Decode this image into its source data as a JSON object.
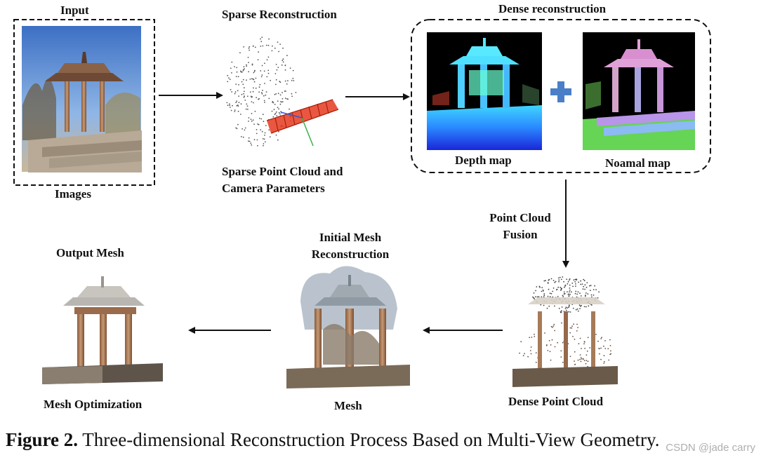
{
  "labels": {
    "input": "Input",
    "images": "Images",
    "sparse_title": "Sparse Reconstruction",
    "sparse_caption_line1": "Sparse Point Cloud and",
    "sparse_caption_line2": "Camera Parameters",
    "dense_title": "Dense reconstruction",
    "depth_map": "Depth  map",
    "normal_map": "Noamal map",
    "fusion_line1": "Point Cloud",
    "fusion_line2": "Fusion",
    "dense_cloud": "Dense Point Cloud",
    "initial_mesh_line1": "Initial Mesh",
    "initial_mesh_line2": "Reconstruction",
    "mesh": "Mesh",
    "output_mesh": "Output Mesh",
    "mesh_optimization": "Mesh  Optimization"
  },
  "caption": {
    "prefix": "Figure 2.",
    "text": " Three-dimensional Reconstruction Process Based on Multi-View Geometry."
  },
  "watermark": "CSDN @jade carry",
  "colors": {
    "arrow": "#111111",
    "plus": "#4a7fc8",
    "camera_frustum": "#e53a20",
    "depth_background": "#000000",
    "normal_background": "#000000"
  }
}
